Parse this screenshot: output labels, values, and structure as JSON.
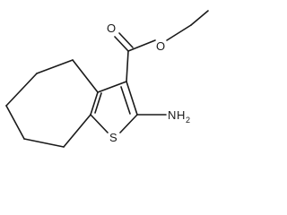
{
  "molecule": {
    "atoms": {
      "oxygen_carbonyl": "O",
      "oxygen_ester": "O",
      "sulfur": "S",
      "amine_n": "N",
      "amine_h": "H",
      "amine_sub": "2"
    }
  }
}
